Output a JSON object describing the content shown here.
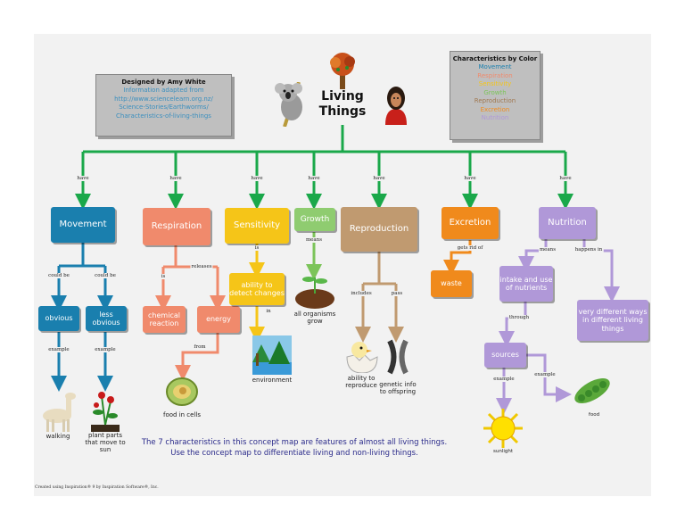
{
  "title": {
    "line1": "Living",
    "line2": "Things"
  },
  "designer_box": {
    "heading": "Designed by Amy White",
    "lines": [
      "Information adapted from",
      "http://www.sciencelearn.org.nz/",
      "Science-Stories/Earthworms/",
      "Characteristics-of-living-things"
    ]
  },
  "legend": {
    "heading": "Characteristics by Color",
    "items": [
      {
        "label": "Movement",
        "color": "#1a7fae"
      },
      {
        "label": "Respiration",
        "color": "#f08a6c"
      },
      {
        "label": "Sensitivity",
        "color": "#f5c518"
      },
      {
        "label": "Growth",
        "color": "#7cc45a"
      },
      {
        "label": "Reproduction",
        "color": "#a07850"
      },
      {
        "label": "Excretion",
        "color": "#f08a1c"
      },
      {
        "label": "Nutrition",
        "color": "#b098d8"
      }
    ]
  },
  "have_label": "have",
  "characteristics": {
    "movement": "Movement",
    "respiration": "Respiration",
    "sensitivity": "Sensitivity",
    "growth": "Growth",
    "reproduction": "Reproduction",
    "excretion": "Excretion",
    "nutrition": "Nutrition"
  },
  "movement": {
    "could_be": "could be",
    "obvious": "obvious",
    "less_obvious": "less obvious",
    "example": "example",
    "walking": "walking",
    "plant_parts": "plant parts that move to sun"
  },
  "respiration": {
    "is": "is",
    "releases": "releases",
    "chemical_reaction": "chemical reaction",
    "energy": "energy",
    "from": "from",
    "food_in_cells": "food in cells"
  },
  "sensitivity": {
    "is": "is",
    "ability": "ability to detect changes",
    "in": "in",
    "environment": "environment"
  },
  "growth": {
    "means": "means",
    "all_organisms_grow": "all organisms grow"
  },
  "reproduction": {
    "includes": "includes",
    "pass": "pass",
    "ability": "ability to reproduce",
    "genetic": "genetic info to offspring"
  },
  "excretion": {
    "gets_rid_of": "gets rid of",
    "waste": "waste"
  },
  "nutrition": {
    "means": "means",
    "happens_in": "happens in",
    "intake": "intake and use of nutrients",
    "very_different": "very different ways in different living things",
    "through": "through",
    "sources": "sources",
    "example": "example",
    "sunlight": "sunlight",
    "food": "food"
  },
  "footer": {
    "line1": "The 7 characteristics in this concept map are features of almost all living things.",
    "line2": "Use the concept map to differentiate living and non-living things."
  },
  "credit": "Created using Inspiration® 9 by Inspiration Software®, Inc."
}
